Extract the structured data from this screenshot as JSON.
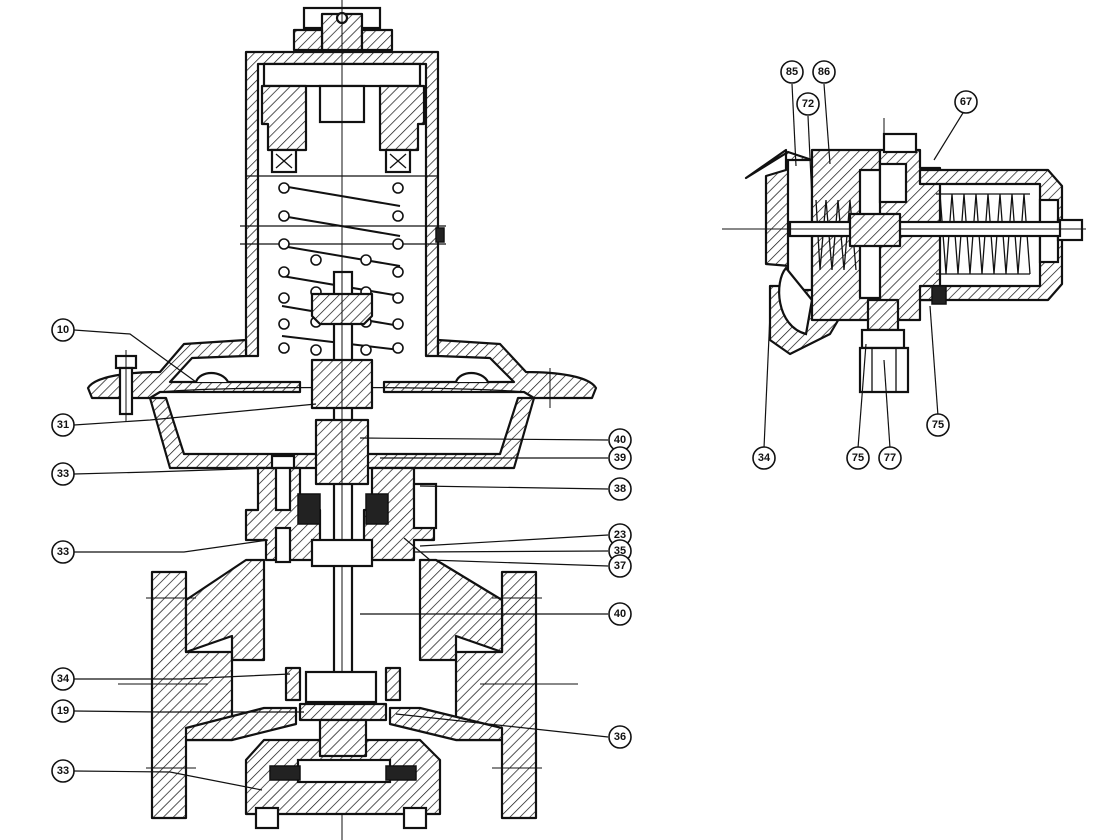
{
  "callouts": {
    "c10": "10",
    "c31": "31",
    "c33a": "33",
    "c33b": "33",
    "c34": "34",
    "c19": "19",
    "c33c": "33",
    "c40a": "40",
    "c39": "39",
    "c38": "38",
    "c23": "23",
    "c35": "35",
    "c37": "37",
    "c40b": "40",
    "c36": "36",
    "c85": "85",
    "c86": "86",
    "c72": "72",
    "c67": "67",
    "c34b": "34",
    "c75a": "75",
    "c77": "77",
    "c75b": "75"
  }
}
